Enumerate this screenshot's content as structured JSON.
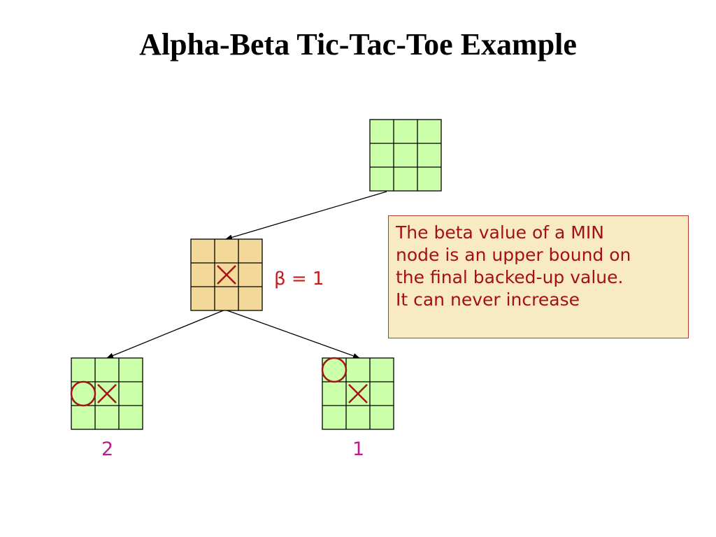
{
  "title": "Alpha-Beta Tic-Tac-Toe Example",
  "note": {
    "lines": [
      "The beta value of a MIN",
      "node is an upper bound on",
      "the final backed-up value.",
      "It can never increase"
    ]
  },
  "beta_label": {
    "symbol": "β",
    "text": " = 1"
  },
  "nodes": {
    "root": {
      "fill": "#ccffaa",
      "marks": []
    },
    "min": {
      "fill": "#f3d999",
      "marks": [
        {
          "cell": 4,
          "mark": "X"
        }
      ]
    },
    "leaf_left": {
      "fill": "#ccffaa",
      "value": "2",
      "marks": [
        {
          "cell": 3,
          "mark": "O"
        },
        {
          "cell": 4,
          "mark": "X"
        }
      ]
    },
    "leaf_right": {
      "fill": "#ccffaa",
      "value": "1",
      "marks": [
        {
          "cell": 0,
          "mark": "O"
        },
        {
          "cell": 4,
          "mark": "X"
        }
      ]
    }
  },
  "colors": {
    "grid_line": "#000000",
    "mark": "#a31515",
    "note_text": "#a50f1a",
    "note_fill": "#f8ebc2",
    "beta": "#c21c1c",
    "leaf_value": "#c01a8a"
  }
}
